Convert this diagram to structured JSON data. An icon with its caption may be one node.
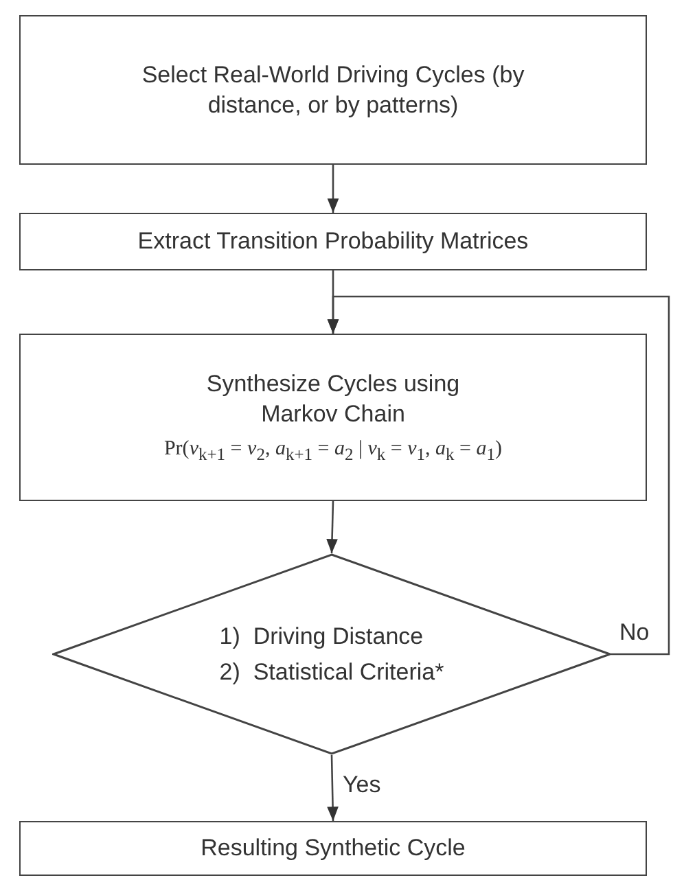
{
  "diagram": {
    "nodes": [
      {
        "text": [
          "Select Real-World Driving Cycles (by distance, or by patterns)"
        ]
      },
      {
        "text": [
          "Extract Transition Probability Matrices"
        ]
      },
      {
        "text": [
          "Synthesize Cycles using Markov Chain",
          "Pr(*v*$_{k+1}$ = *v*$_{2}$, *a*$_{k+1}$ = *a*$_{2}$ | *v*$_{k}$ = *v*$_{1}$, *a*$_{k}$ = *a*$_{1}$)"
        ]
      },
      {
        "text": [
          "1)  Driving Distance",
          "2)  Statistical Criteria*"
        ]
      },
      {
        "text": [
          "Resulting Synthetic Cycle"
        ]
      }
    ],
    "edges": [
      {
        "from": 0,
        "to": 1,
        "arrow": "to"
      },
      {
        "from": 1,
        "to": 2,
        "arrow": "to"
      },
      {
        "from": 2,
        "to": 3,
        "arrow": "to"
      },
      {
        "from": 3,
        "to": 4,
        "arrow": "to",
        "label": "Yes"
      },
      {
        "from": 3,
        "to": 2,
        "arrow": "to",
        "label": "No"
      }
    ]
  }
}
